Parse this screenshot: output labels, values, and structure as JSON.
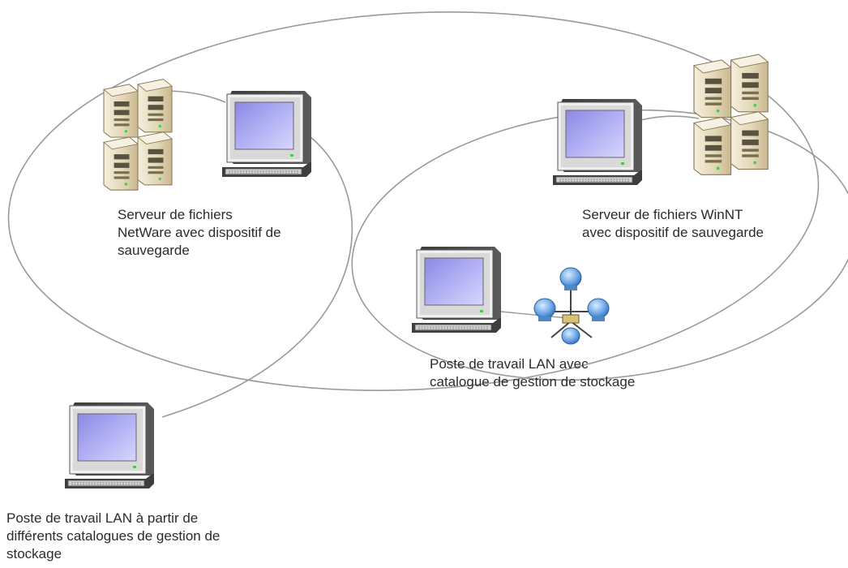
{
  "nodes": {
    "netware_server": {
      "label_lines": [
        "Serveur de fichiers",
        "NetWare avec dispositif de",
        "sauvegarde"
      ]
    },
    "winnt_server": {
      "label_lines": [
        "Serveur de fichiers WinNT",
        "avec dispositif de sauvegarde"
      ]
    },
    "lan_workstation_catalog": {
      "label_lines": [
        "Poste de travail LAN avec",
        "catalogue de gestion de stockage"
      ]
    },
    "lan_workstation_multi": {
      "label_lines": [
        "Poste de travail LAN à partir de",
        "différents catalogues de gestion de",
        "stockage"
      ]
    }
  },
  "colors": {
    "ellipse_stroke": "#9a9a9a",
    "monitor_body": "#4a4a4a",
    "monitor_bezel": "#e8e8e8",
    "screen": "#a9a8f0",
    "server_body": "#e6dcc0",
    "network_node": "#6fa8e8"
  },
  "icons": [
    "server-tower-icon",
    "desktop-computer-icon",
    "network-hub-icon"
  ]
}
